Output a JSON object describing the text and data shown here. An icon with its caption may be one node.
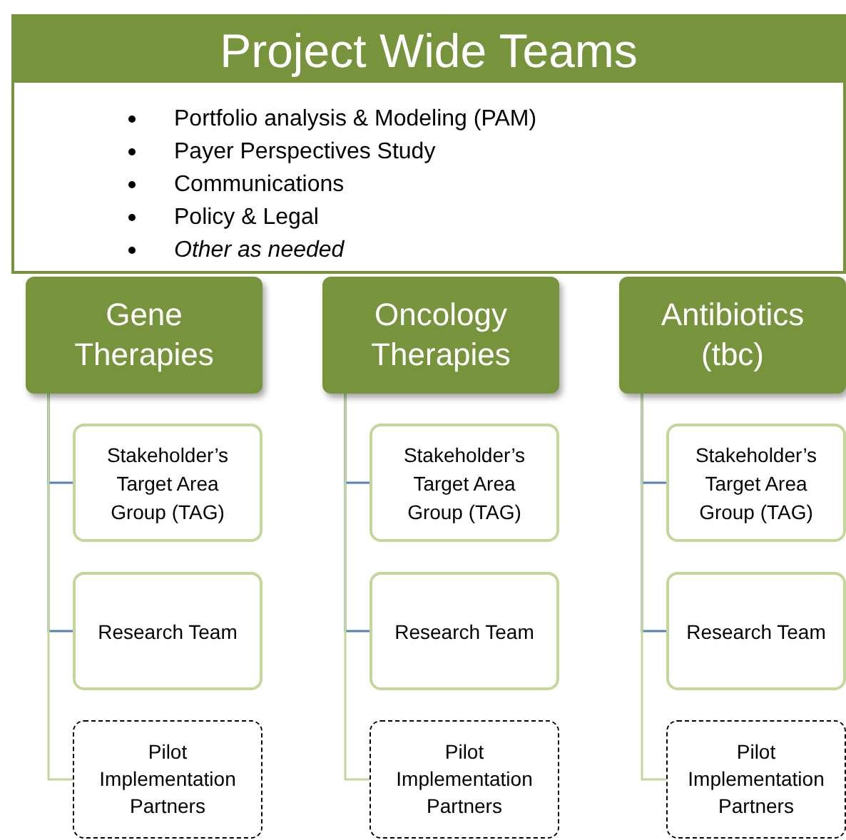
{
  "diagram": {
    "nodes": [
      {
        "text": [
          "Project Wide Teams",
          "Portfolio analysis & Modeling (PAM)",
          "Payer Perspectives Study",
          "Communications",
          "Policy & Legal",
          "Other as needed"
        ]
      },
      {
        "text": [
          "Gene Therapies"
        ]
      },
      {
        "text": [
          "Stakeholder’s Target Area Group (TAG)"
        ]
      },
      {
        "text": [
          "Research Team"
        ]
      },
      {
        "text": [
          "Pilot Implementation Partners"
        ]
      },
      {
        "text": [
          "Oncology Therapies"
        ]
      },
      {
        "text": [
          "Stakeholder’s Target Area Group (TAG)"
        ]
      },
      {
        "text": [
          "Research Team"
        ]
      },
      {
        "text": [
          "Pilot Implementation Partners"
        ]
      },
      {
        "text": [
          "Antibiotics (tbc)"
        ]
      },
      {
        "text": [
          "Stakeholder’s Target Area Group (TAG)"
        ]
      },
      {
        "text": [
          "Research Team"
        ]
      },
      {
        "text": [
          "Pilot Implementation Partners"
        ]
      }
    ],
    "edges": [
      {
        "from": 1,
        "to": 2,
        "arrow": "none"
      },
      {
        "from": 1,
        "to": 3,
        "arrow": "none"
      },
      {
        "from": 1,
        "to": 4,
        "arrow": "none",
        "color": "#c3d69b"
      },
      {
        "from": 5,
        "to": 6,
        "arrow": "none"
      },
      {
        "from": 5,
        "to": 7,
        "arrow": "none"
      },
      {
        "from": 5,
        "to": 8,
        "arrow": "none",
        "color": "#c3d69b"
      },
      {
        "from": 9,
        "to": 10,
        "arrow": "none"
      },
      {
        "from": 9,
        "to": 11,
        "arrow": "none"
      },
      {
        "from": 9,
        "to": 12,
        "arrow": "none",
        "color": "#c3d69b"
      }
    ]
  }
}
